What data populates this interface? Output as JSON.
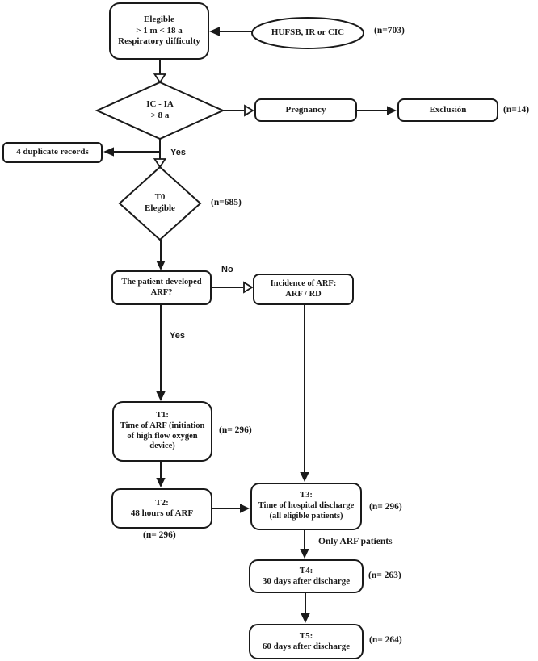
{
  "figure": {
    "type": "flowchart",
    "colors": {
      "stroke": "#1a1a1a",
      "background": "#ffffff",
      "text": "#1a1a1a"
    },
    "nodes": {
      "eligible": "Elegible\n> 1 m < 18 a\nRespiratory difficulty",
      "source": "HUFSB, IR or CIC",
      "screen_diamond": "IC - IA\n> 8 a",
      "pregnancy": "Pregnancy",
      "exclusion": "Exclusión",
      "duplicates": "4 duplicate records",
      "t0_diamond": "T0\nElegible",
      "arf_question": "The patient developed\nARF?",
      "incidence": "Incidence of ARF:\nARF / RD",
      "t1": "T1:\nTime of ARF (initiation\nof high flow oxygen\ndevice)",
      "t2": "T2:\n48 hours of ARF",
      "t3": "T3:\nTime of hospital discharge\n(all eligible patients)",
      "t4": "T4:\n30 days after discharge",
      "t5": "T5:\n60 days after discharge"
    },
    "counts": {
      "source": "(n=703)",
      "exclusion": "(n=14)",
      "t0": "(n=685)",
      "t1": "(n= 296)",
      "t2": "(n= 296)",
      "t3": "(n= 296)",
      "t4": "(n= 263)",
      "t5": "(n= 264)"
    },
    "edge_labels": {
      "yes1": "Yes",
      "yes2": "Yes",
      "no": "No",
      "only_arf": "Only ARF patients"
    }
  }
}
